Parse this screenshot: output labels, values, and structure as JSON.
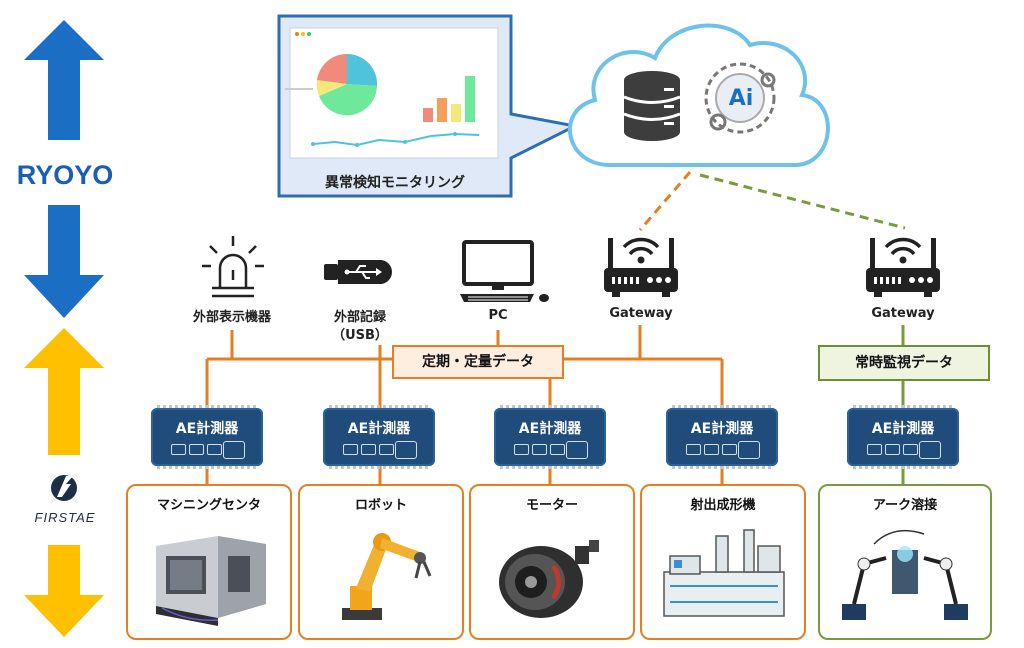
{
  "side": {
    "ryoyo_logo": "RYOYO",
    "firstae_logo": "FIRSTAE",
    "colors": {
      "blue": "#1a6fc4",
      "yellow": "#ffc000"
    }
  },
  "monitor_panel": {
    "caption": "異常検知モニタリング"
  },
  "cloud": {
    "ai_badge": "Ai",
    "icons": [
      "database-icon",
      "ai-brain-icon"
    ]
  },
  "top_devices": {
    "external_display": "外部表示機器",
    "external_record": "外部記録",
    "external_record_sub": "（USB）",
    "pc": "PC",
    "gateway1": "Gateway",
    "gateway2": "Gateway"
  },
  "tags": {
    "periodic": "定期・定量データ",
    "constant": "常時監視データ"
  },
  "ae_device_label": "AE計測器",
  "ae_devices": [
    "AE計測器",
    "AE計測器",
    "AE計測器",
    "AE計測器",
    "AE計測器"
  ],
  "machines": [
    {
      "label": "マシニングセンタ"
    },
    {
      "label": "ロボット"
    },
    {
      "label": "モーター"
    },
    {
      "label": "射出成形機"
    },
    {
      "label": "アーク溶接"
    }
  ],
  "colors": {
    "orange": "#e67e22",
    "green": "#7a9a3c",
    "navy": "#1f4c7a"
  }
}
